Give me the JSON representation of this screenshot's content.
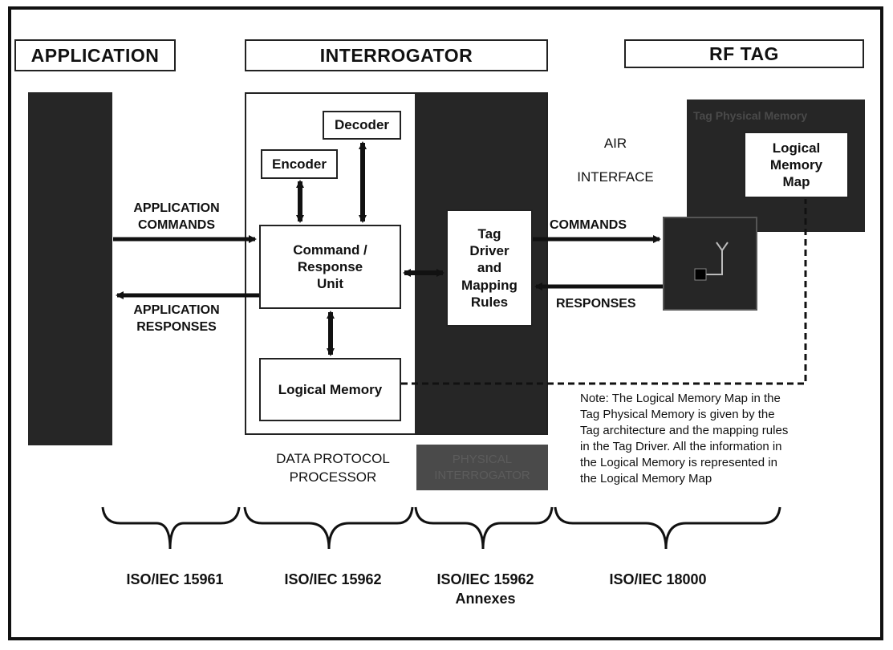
{
  "headers": {
    "application": "APPLICATION",
    "interrogator": "INTERROGATOR",
    "rf_tag": "RF TAG"
  },
  "interrogator": {
    "decoder": "Decoder",
    "encoder": "Encoder",
    "command_response_unit": "Command /\nResponse\nUnit",
    "logical_memory": "Logical Memory",
    "tag_driver": "Tag\nDriver\nand\nMapping\nRules",
    "data_protocol_processor": "DATA PROTOCOL\nPROCESSOR",
    "physical_interrogator": "PHYSICAL\nINTERROGATOR"
  },
  "flows": {
    "application_commands": "APPLICATION\nCOMMANDS",
    "application_responses": "APPLICATION\nRESPONSES",
    "commands": "COMMANDS",
    "responses": "RESPONSES",
    "air_interface": "AIR\nINTERFACE"
  },
  "rf_tag": {
    "tag_physical_memory": "Tag Physical Memory",
    "logical_memory_map": "Logical\nMemory\nMap"
  },
  "note": "Note: The Logical Memory Map  in the\nTag Physical Memory is given by the\nTag architecture and the mapping rules\nin the Tag Driver.  All the information in\nthe Logical Memory is represented in\nthe Logical Memory Map",
  "standards": [
    "ISO/IEC 15961",
    "ISO/IEC 15962",
    "ISO/IEC 15962\nAnnexes",
    "ISO/IEC 18000"
  ],
  "colors": {
    "dark_fill": "#262626",
    "line": "#111111",
    "physical_interrogator_fill": "#4a4a4a"
  }
}
